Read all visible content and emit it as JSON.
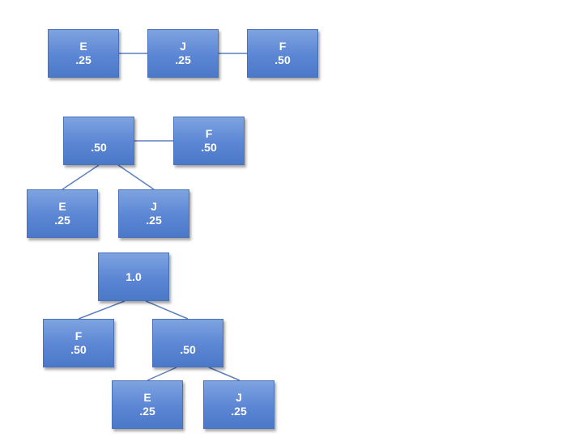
{
  "diagram": {
    "row1": {
      "e": {
        "label": "E",
        "value": ".25"
      },
      "j": {
        "label": "J",
        "value": ".25"
      },
      "f": {
        "label": "F",
        "value": ".50"
      }
    },
    "tree2": {
      "root": {
        "label": "",
        "value": ".50"
      },
      "f": {
        "label": "F",
        "value": ".50"
      },
      "e": {
        "label": "E",
        "value": ".25"
      },
      "j": {
        "label": "J",
        "value": ".25"
      }
    },
    "tree3": {
      "root": {
        "label": "",
        "value": "1.0"
      },
      "f": {
        "label": "F",
        "value": ".50"
      },
      "mid": {
        "label": "",
        "value": ".50"
      },
      "e": {
        "label": "E",
        "value": ".25"
      },
      "j": {
        "label": "J",
        "value": ".25"
      }
    },
    "colors": {
      "node_fill": "#5b86d4",
      "node_border": "#4a72b8",
      "edge": "#4a72b8",
      "text": "#ffffff"
    }
  }
}
